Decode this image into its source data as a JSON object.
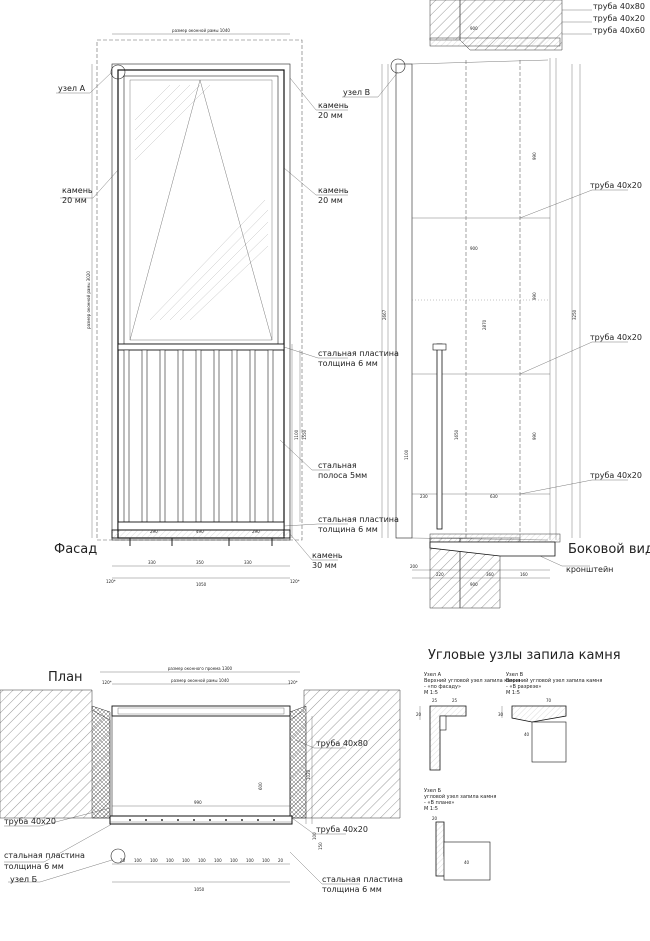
{
  "views": {
    "facade": {
      "title": "Фасад",
      "node_a": "узел А",
      "stone_left": [
        "камень",
        "20 мм"
      ],
      "stone_right_top": [
        "камень",
        "20 мм"
      ],
      "stone_right_mid": [
        "камень",
        "20 мм"
      ],
      "steel_plate_top": [
        "стальная пластина",
        "толщина 6 мм"
      ],
      "steel_strip": [
        "стальная",
        "полоса 5мм"
      ],
      "steel_plate_bottom": [
        "стальная пластина",
        "толщина 6 мм"
      ],
      "stone_bottom": [
        "камень",
        "30 мм"
      ],
      "dim_top": "размер оконной рамы 1040",
      "dim_left_vertical": "размер оконной рамы 3020",
      "dims_bottom": [
        "120*",
        "330",
        "350",
        "330",
        "120*",
        "1050"
      ],
      "dims_rail": [
        "290",
        "490",
        "290"
      ],
      "dims_right": [
        "1100",
        "1550"
      ]
    },
    "side": {
      "title": "Боковой вид",
      "node_v": "узел В",
      "pipe_tags": [
        "труба 40х80",
        "труба 40х20",
        "труба 40х60"
      ],
      "pipe_labels": [
        "труба 40х20",
        "труба 40х20",
        "труба 40х20"
      ],
      "bracket": "кронштейн",
      "dims_vertical": [
        "2667",
        "2870",
        "1650",
        "1100",
        "990",
        "990",
        "990",
        "3250"
      ],
      "dims_horizontal": [
        "900",
        "900",
        "630",
        "230",
        "200",
        "360",
        "900",
        "160",
        "220"
      ]
    },
    "plan": {
      "title": "План",
      "dim_opening": "размер оконного проема 1300",
      "dim_frame": "размер оконной рамы 1040",
      "dims_small": [
        "120*",
        "120*"
      ],
      "pipe_right": "труба 40х80",
      "pipe_left": "труба 40х20",
      "pipe_right_bottom": "труба 40х20",
      "steel_plate_left": [
        "стальная пластина",
        "толщина 6 мм"
      ],
      "steel_plate_right": [
        "стальная пластина",
        "толщина 6 мм"
      ],
      "node_b": "узел Б",
      "dim_inner": "990",
      "dims_bottom": [
        "20",
        "100",
        "100",
        "100",
        "100",
        "100",
        "100",
        "100",
        "100",
        "100",
        "20"
      ],
      "dim_total": "1050",
      "dims_right": [
        "1020",
        "600",
        "100",
        "150"
      ]
    },
    "details": {
      "title": "Угловые узлы запила камня",
      "node_a": [
        "Узел А",
        "Верхний угловой узел запила камня",
        "- «по фасаду»",
        "М 1:5"
      ],
      "node_v": [
        "Узел В",
        "Верхний угловой узел запила камня",
        "- «В разрезе»",
        "М 1:5"
      ],
      "node_b": [
        "Узел Б",
        "угловой узел запила камня",
        "- «В плане»",
        "М 1:5"
      ],
      "dims": [
        "25",
        "25",
        "20",
        "30",
        "40",
        "70",
        "20",
        "40"
      ]
    }
  }
}
